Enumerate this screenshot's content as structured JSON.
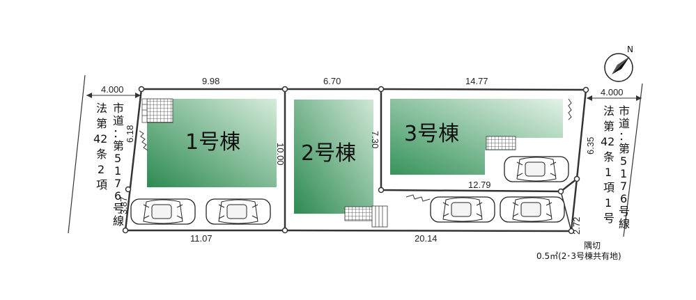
{
  "buildings": [
    {
      "label": "1号棟",
      "depth": "10.00"
    },
    {
      "label": "2号棟",
      "depth": "7.30"
    },
    {
      "label": "3号棟",
      "depth": "6.35"
    }
  ],
  "dimensions": {
    "top_lot1": "9.98",
    "top_lot2": "6.70",
    "top_lot3": "14.77",
    "bottom_lot1": "11.07",
    "bottom_lot23": "20.14",
    "left_upper": "6.18",
    "left_lower": "3.87",
    "inner_lot3": "12.79",
    "right_corner": "2.72",
    "left_road_width": "4.000",
    "right_road_width": "4.000"
  },
  "roads": {
    "left": [
      "法",
      "第",
      "42",
      "条",
      "2",
      "項"
    ],
    "left2": [
      "市",
      "道",
      "：",
      "第",
      "5",
      "1",
      "7",
      "6",
      "号",
      "線"
    ],
    "right": [
      "法",
      "第",
      "42",
      "条",
      "1",
      "項",
      "1",
      "号"
    ],
    "right2": [
      "市",
      "道",
      "：",
      "第",
      "5",
      "1",
      "7",
      "6",
      "号",
      "線"
    ]
  },
  "corner_cut": {
    "title": "隅切",
    "detail": "0.5㎡(2･3号棟共有地)"
  },
  "compass": {
    "label": "N"
  },
  "colors": {
    "building_dark": "#2d8a52",
    "building_light": "#d6ecdb"
  }
}
